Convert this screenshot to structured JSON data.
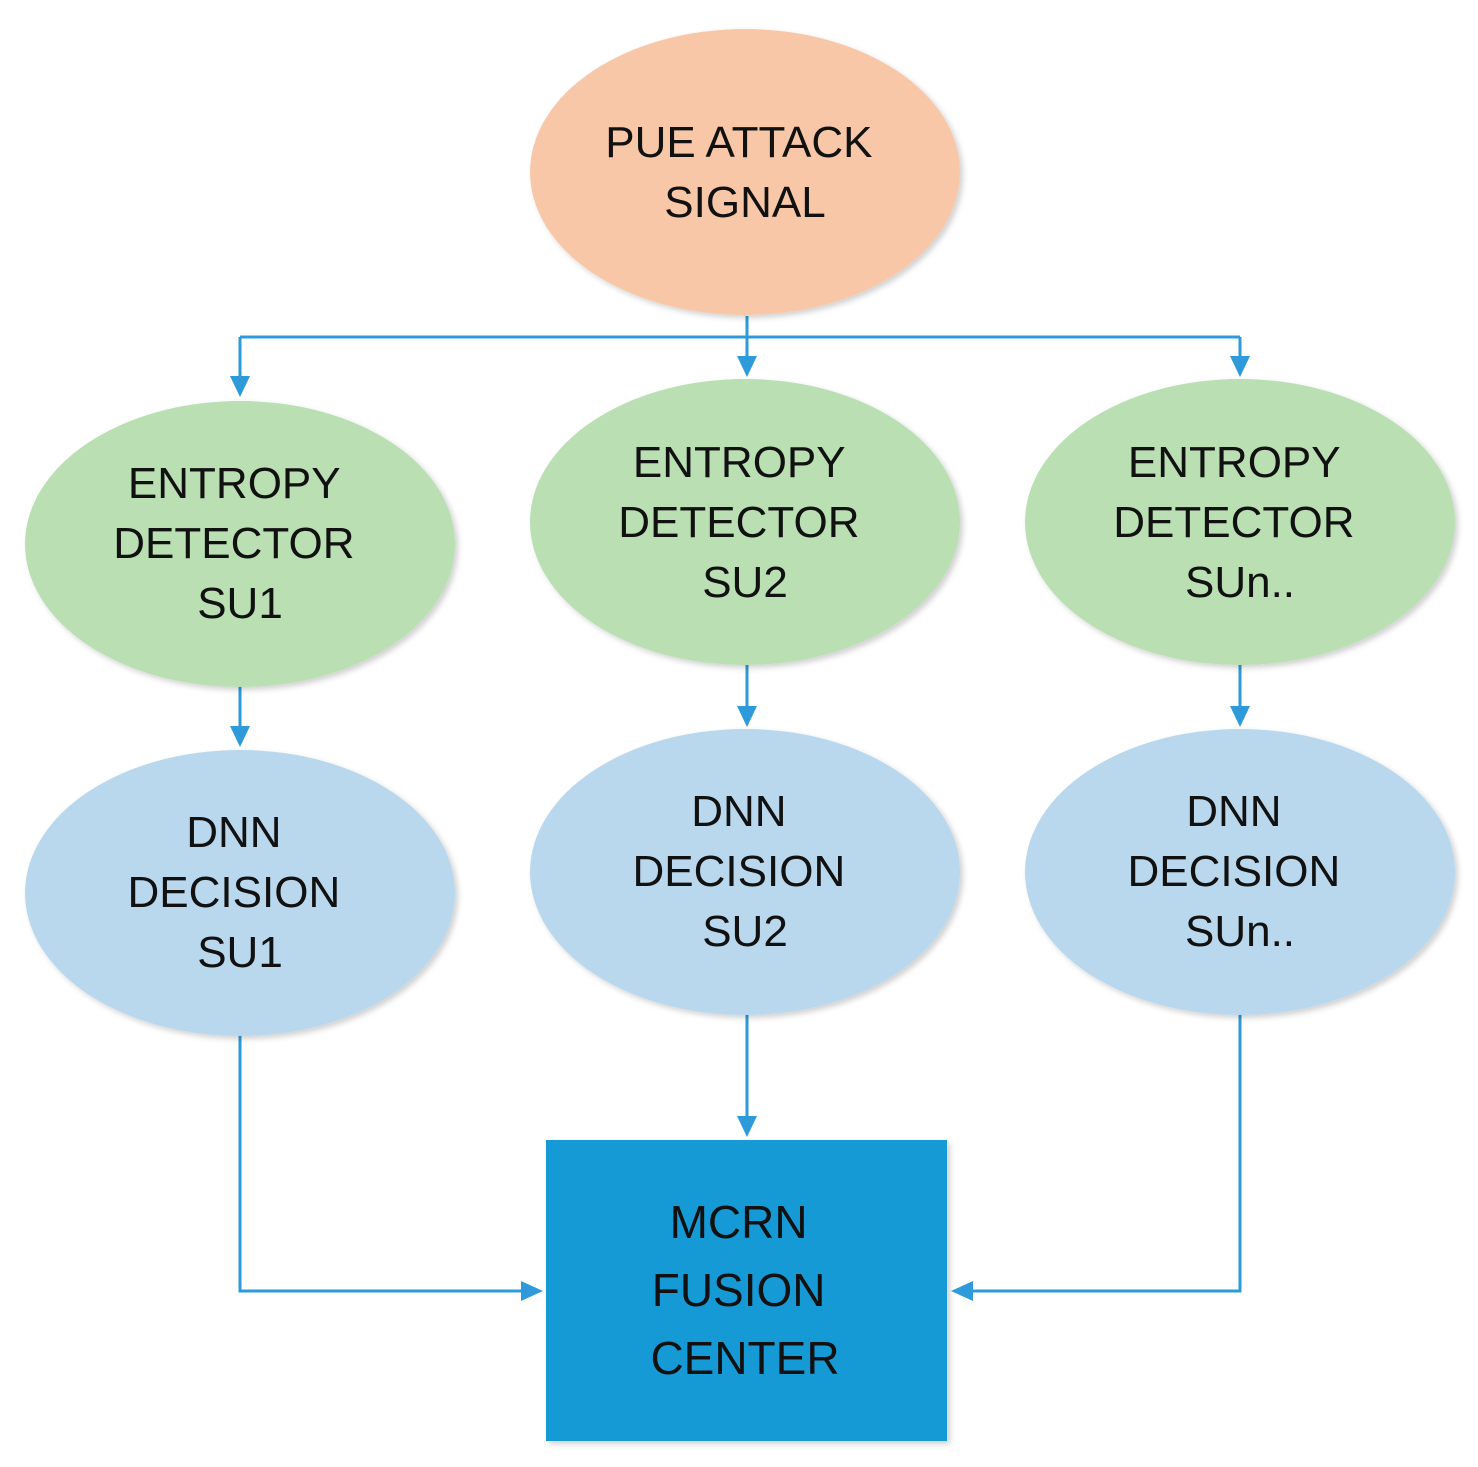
{
  "colors": {
    "source": "#F8C7A8",
    "detector": "#B9DFB3",
    "decision": "#B9D8EE",
    "fusion": "#179AD5",
    "connector": "#2E9AD9",
    "text": "#111111"
  },
  "source": {
    "lines": [
      "PUE ATTACK",
      "SIGNAL"
    ]
  },
  "detectors": [
    {
      "lines": [
        "ENTROPY",
        "DETECTOR",
        "SU1"
      ]
    },
    {
      "lines": [
        "ENTROPY",
        "DETECTOR",
        "SU2"
      ]
    },
    {
      "lines": [
        "ENTROPY",
        "DETECTOR",
        "SUn.."
      ]
    }
  ],
  "decisions": [
    {
      "lines": [
        "DNN",
        "DECISION",
        "SU1"
      ]
    },
    {
      "lines": [
        "DNN",
        "DECISION",
        "SU2"
      ]
    },
    {
      "lines": [
        "DNN",
        "DECISION",
        "SUn.."
      ]
    }
  ],
  "fusion": {
    "lines": [
      "MCRN",
      "FUSION",
      "CENTER"
    ]
  }
}
